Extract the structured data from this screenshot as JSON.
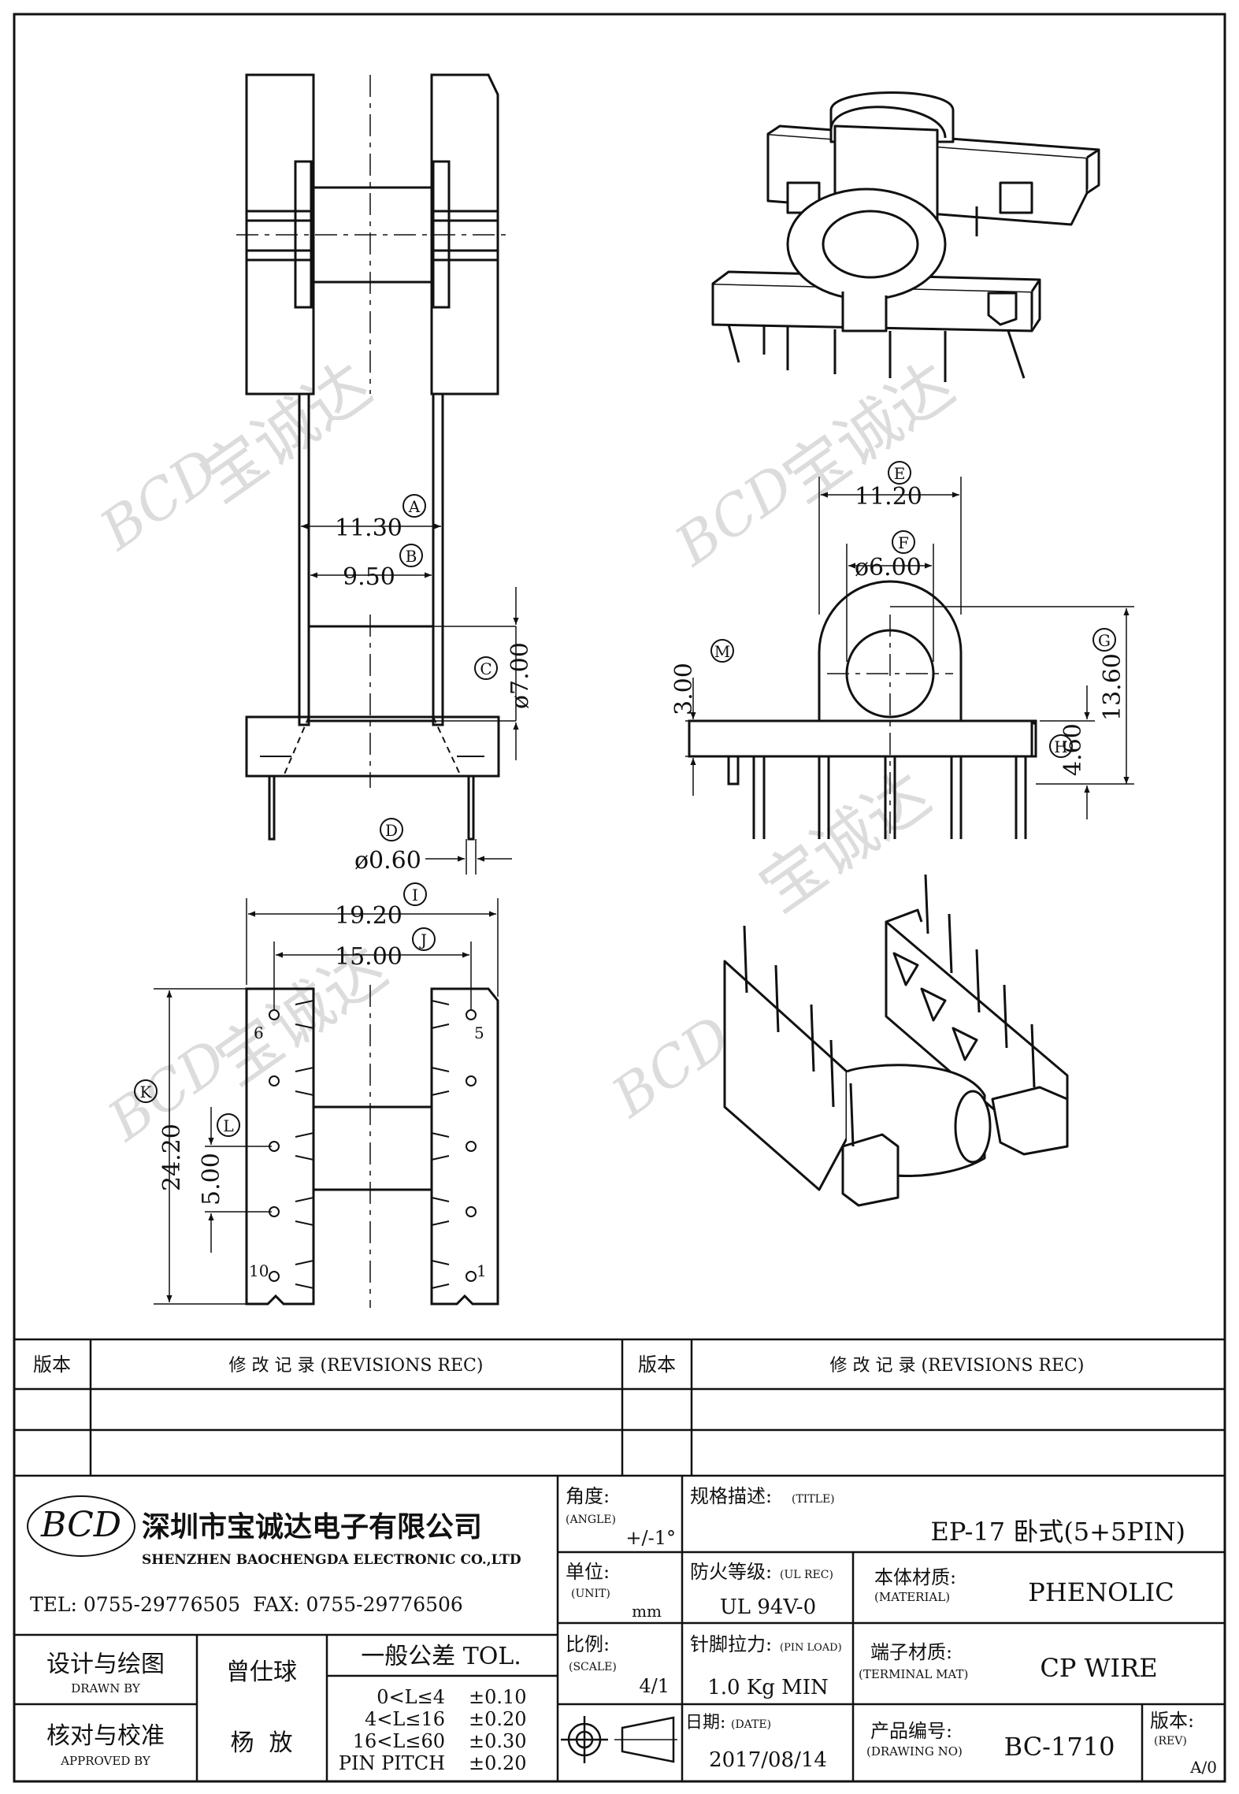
{
  "dimensions": {
    "A": {
      "tag": "A",
      "value": "11.30"
    },
    "B": {
      "tag": "B",
      "value": "9.50"
    },
    "C": {
      "tag": "C",
      "value": "ø7.00"
    },
    "D": {
      "tag": "D",
      "value": "ø0.60"
    },
    "E": {
      "tag": "E",
      "value": "11.20"
    },
    "F": {
      "tag": "F",
      "value": "ø6.00"
    },
    "G": {
      "tag": "G",
      "value": "13.60"
    },
    "H": {
      "tag": "H",
      "value": "4.60"
    },
    "M": {
      "tag": "M",
      "value": "3.00"
    },
    "I": {
      "tag": "I",
      "value": "19.20"
    },
    "J": {
      "tag": "J",
      "value": "15.00"
    },
    "K": {
      "tag": "K",
      "value": "24.20"
    },
    "L": {
      "tag": "L",
      "value": "5.00"
    }
  },
  "pins": {
    "p1": "1",
    "p5": "5",
    "p6": "6",
    "p10": "10"
  },
  "watermark": {
    "brand": "BCD",
    "chars": "宝诚达"
  },
  "revisions": {
    "left_header": "版本",
    "left_title": "修 改 记 录 (REVISIONS REC)",
    "right_header": "版本",
    "right_title": "修 改 记 录 (REVISIONS REC)"
  },
  "company": {
    "logo": "BCD",
    "name_cn": "深圳市宝诚达电子有限公司",
    "name_en": "SHENZHEN BAOCHENGDA ELECTRONIC CO.,LTD",
    "contact": "TEL: 0755-29776505  FAX: 0755-29776506"
  },
  "angle": {
    "label": "角度:",
    "sub": "(ANGLE)",
    "value": "+/-1°"
  },
  "unit": {
    "label": "单位:",
    "sub": "(UNIT)",
    "value": "mm"
  },
  "scale": {
    "label": "比例:",
    "sub": "(SCALE)",
    "value": "4/1"
  },
  "title": {
    "label": "规格描述:",
    "sub": "(TITLE)",
    "value": "EP-17 卧式(5+5PIN)"
  },
  "ul": {
    "label": "防火等级:",
    "sub": "(UL REC)",
    "value": "UL 94V-0"
  },
  "material": {
    "label": "本体材质:",
    "sub": "(MATERIAL)",
    "value": "PHENOLIC"
  },
  "pinload": {
    "label": "针脚拉力:",
    "sub": "(PIN LOAD)",
    "value": "1.0 Kg MIN"
  },
  "terminal": {
    "label": "端子材质:",
    "sub": "(TERMINAL MAT)",
    "value": "CP WIRE"
  },
  "date": {
    "label": "日期:",
    "sub": "(DATE)",
    "value": "2017/08/14"
  },
  "drawing_no": {
    "label": "产品编号:",
    "sub": "(DRAWING NO)",
    "value": "BC-1710"
  },
  "rev": {
    "label": "版本:",
    "sub": "(REV)",
    "value": "A/0"
  },
  "drawn": {
    "label": "设计与绘图",
    "sub": "DRAWN BY",
    "name": "曾仕球"
  },
  "approved": {
    "label": "核对与校准",
    "sub": "APPROVED BY",
    "name": "杨  放"
  },
  "tolerance": {
    "title": "一般公差 TOL.",
    "rows": [
      {
        "range": "0<L≤4",
        "tol": "±0.10"
      },
      {
        "range": "4<L≤16",
        "tol": "±0.20"
      },
      {
        "range": "16<L≤60",
        "tol": "±0.30"
      },
      {
        "range": "PIN PITCH",
        "tol": "±0.20"
      }
    ]
  }
}
